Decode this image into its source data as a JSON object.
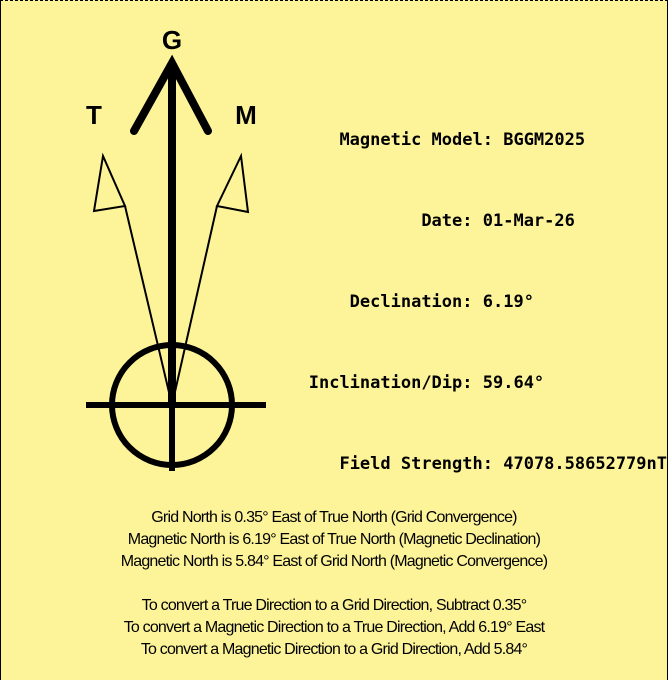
{
  "diagram": {
    "labels": {
      "grid": "G",
      "true": "T",
      "magnetic": "M"
    }
  },
  "magnetic_info": {
    "model_label": "Magnetic Model:",
    "model_value": "BGGM2025",
    "date_label": "Date:",
    "date_value": "01-Mar-26",
    "declination_label": "Declination:",
    "declination_value": "6.19°",
    "inclination_label": "Inclination/Dip:",
    "inclination_value": "59.64°",
    "field_label": "Field Strength:",
    "field_value": "47078.58652779nT"
  },
  "notes": {
    "line1": "Grid North is 0.35° East of True North (Grid Convergence)",
    "line2": "Magnetic North is 6.19° East of True North (Magnetic Declination)",
    "line3": "Magnetic North is 5.84° East of Grid North (Magnetic Convergence)",
    "line4": "To convert a True Direction to a Grid Direction, Subtract 0.35°",
    "line5": "To convert a Magnetic Direction to a True Direction, Add 6.19° East",
    "line6": "To convert a Magnetic Direction to a Grid Direction, Add 5.84°"
  }
}
